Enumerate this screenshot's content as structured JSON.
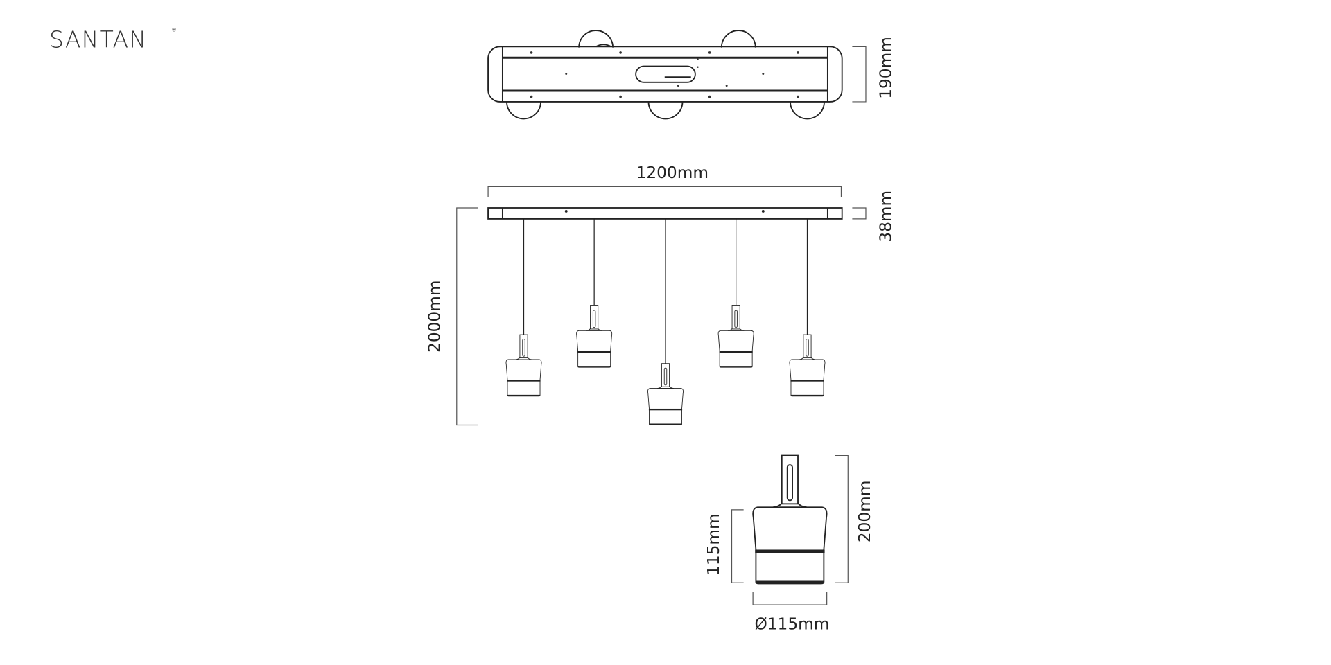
{
  "brand": {
    "logo_text": "SANTAN",
    "registered_mark": "®"
  },
  "dimensions": {
    "canopy_depth": "190mm",
    "canopy_length": "1200mm",
    "canopy_height": "38mm",
    "overall_drop": "2000mm",
    "shade_height": "115mm",
    "pendant_height": "200mm",
    "shade_diameter": "Ø115mm"
  },
  "pendants": {
    "count": 5,
    "drop_levels": [
      "low",
      "mid",
      "lowest",
      "mid",
      "low"
    ]
  },
  "colors": {
    "line": "#222222",
    "dimension": "#555555",
    "background": "#ffffff"
  }
}
